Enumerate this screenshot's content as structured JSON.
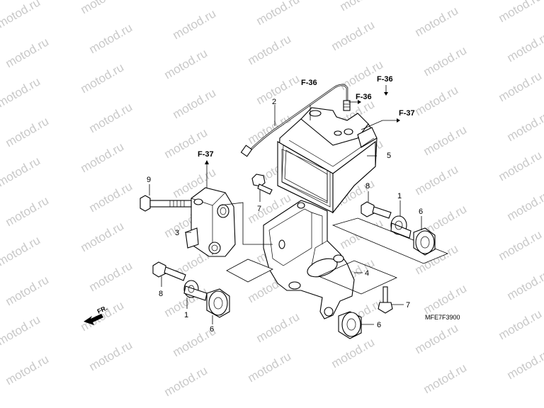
{
  "watermark": {
    "text": "motod.ru"
  },
  "diagram_code": "MFE7F3900",
  "front_marker": "FR.",
  "refs": {
    "f36_a": "F-36",
    "f36_b": "F-36",
    "f36_c": "F-36",
    "f37_a": "F-37",
    "f37_b": "F-37"
  },
  "callouts": {
    "c1a": "1",
    "c1b": "1",
    "c2": "2",
    "c3": "3",
    "c4": "4",
    "c5": "5",
    "c6a": "6",
    "c6b": "6",
    "c6c": "6",
    "c7a": "7",
    "c7b": "7",
    "c8a": "8",
    "c8b": "8",
    "c9": "9"
  }
}
